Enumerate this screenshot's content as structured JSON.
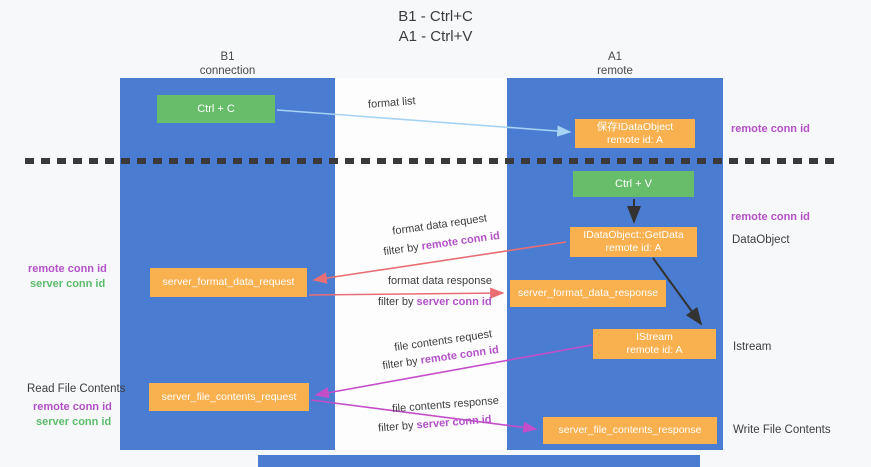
{
  "title": {
    "line1": "B1 - Ctrl+C",
    "line2": "A1 - Ctrl+V"
  },
  "columns": {
    "left": {
      "name": "B1",
      "role": "connection"
    },
    "right": {
      "name": "A1",
      "role": "remote"
    }
  },
  "nodes": {
    "ctrl_c": "Ctrl + C",
    "ctrl_v": "Ctrl + V",
    "save_dataobject_line1": "保存IDataObject",
    "save_dataobject_line2": "remote id: A",
    "getdata_line1": "IDataObject::GetData",
    "getdata_line2": "remote id: A",
    "istream_line1": "IStream",
    "istream_line2": "remote id: A",
    "format_request": "server_format_data_request",
    "format_response": "server_format_data_response",
    "file_request": "server_file_contents_request",
    "file_response": "server_file_contents_response"
  },
  "flows": {
    "format_list": "format list",
    "format_data_request": "format data request",
    "format_data_request_filter_prefix": "filter by",
    "format_data_request_filter_value": "remote conn id",
    "format_data_response": "format data response",
    "format_data_response_filter_prefix": "filter by",
    "format_data_response_filter_value": "server conn id",
    "file_contents_request": "file contents request",
    "file_contents_request_filter_prefix": "filter by",
    "file_contents_request_filter_value": "remote conn id",
    "file_contents_response": "file contents response",
    "file_contents_response_filter_prefix": "filter by",
    "file_contents_response_filter_value": "server conn id"
  },
  "left_labels": {
    "remote_conn_id_top": "remote conn id",
    "server_conn_id_top": "server conn id",
    "read_file_contents": "Read File Contents",
    "remote_conn_id_bottom": "remote conn id",
    "server_conn_id_bottom": "server conn id"
  },
  "right_labels": {
    "remote_conn_id_top": "remote conn id",
    "remote_conn_id_mid": "remote conn id",
    "dataobject": "DataObject",
    "istream": "Istream",
    "write_file_contents": "Write File Contents"
  },
  "colors": {
    "column_blue": "#4a7dd1",
    "box_green": "#68bd6a",
    "box_orange": "#f9b04e",
    "arrow_lightblue": "#a6d2f3",
    "arrow_salmon": "#e96e73",
    "arrow_magenta": "#c44ec9",
    "arrow_black": "#333333",
    "text_purple": "#b451c8",
    "text_green": "#5bbc6b",
    "dashed_line": "#3a3a3a"
  }
}
